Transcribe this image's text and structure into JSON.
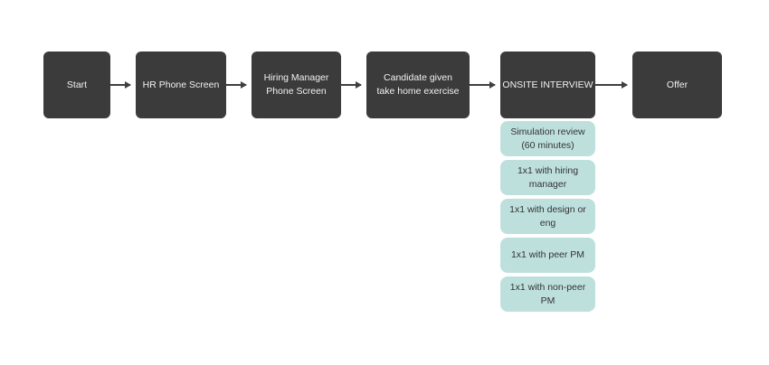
{
  "diagram": {
    "nodes": [
      {
        "label": "Start"
      },
      {
        "label": "HR Phone Screen"
      },
      {
        "label": "Hiring Manager Phone Screen"
      },
      {
        "label": "Candidate given take home exercise"
      },
      {
        "label": "ONSITE INTERVIEW"
      },
      {
        "label": "Offer"
      }
    ],
    "onsite_steps": [
      {
        "label": "Simulation review (60 minutes)"
      },
      {
        "label": "1x1 with hiring manager"
      },
      {
        "label": "1x1 with design or eng"
      },
      {
        "label": "1x1 with peer PM"
      },
      {
        "label": "1x1 with non-peer PM"
      }
    ],
    "colors": {
      "node_fill": "#3b3b3b",
      "node_text": "#f2f2f2",
      "substep_fill": "#bee0dd",
      "substep_text": "#333333",
      "arrow": "#3f3f3f",
      "background": "#ffffff"
    }
  }
}
